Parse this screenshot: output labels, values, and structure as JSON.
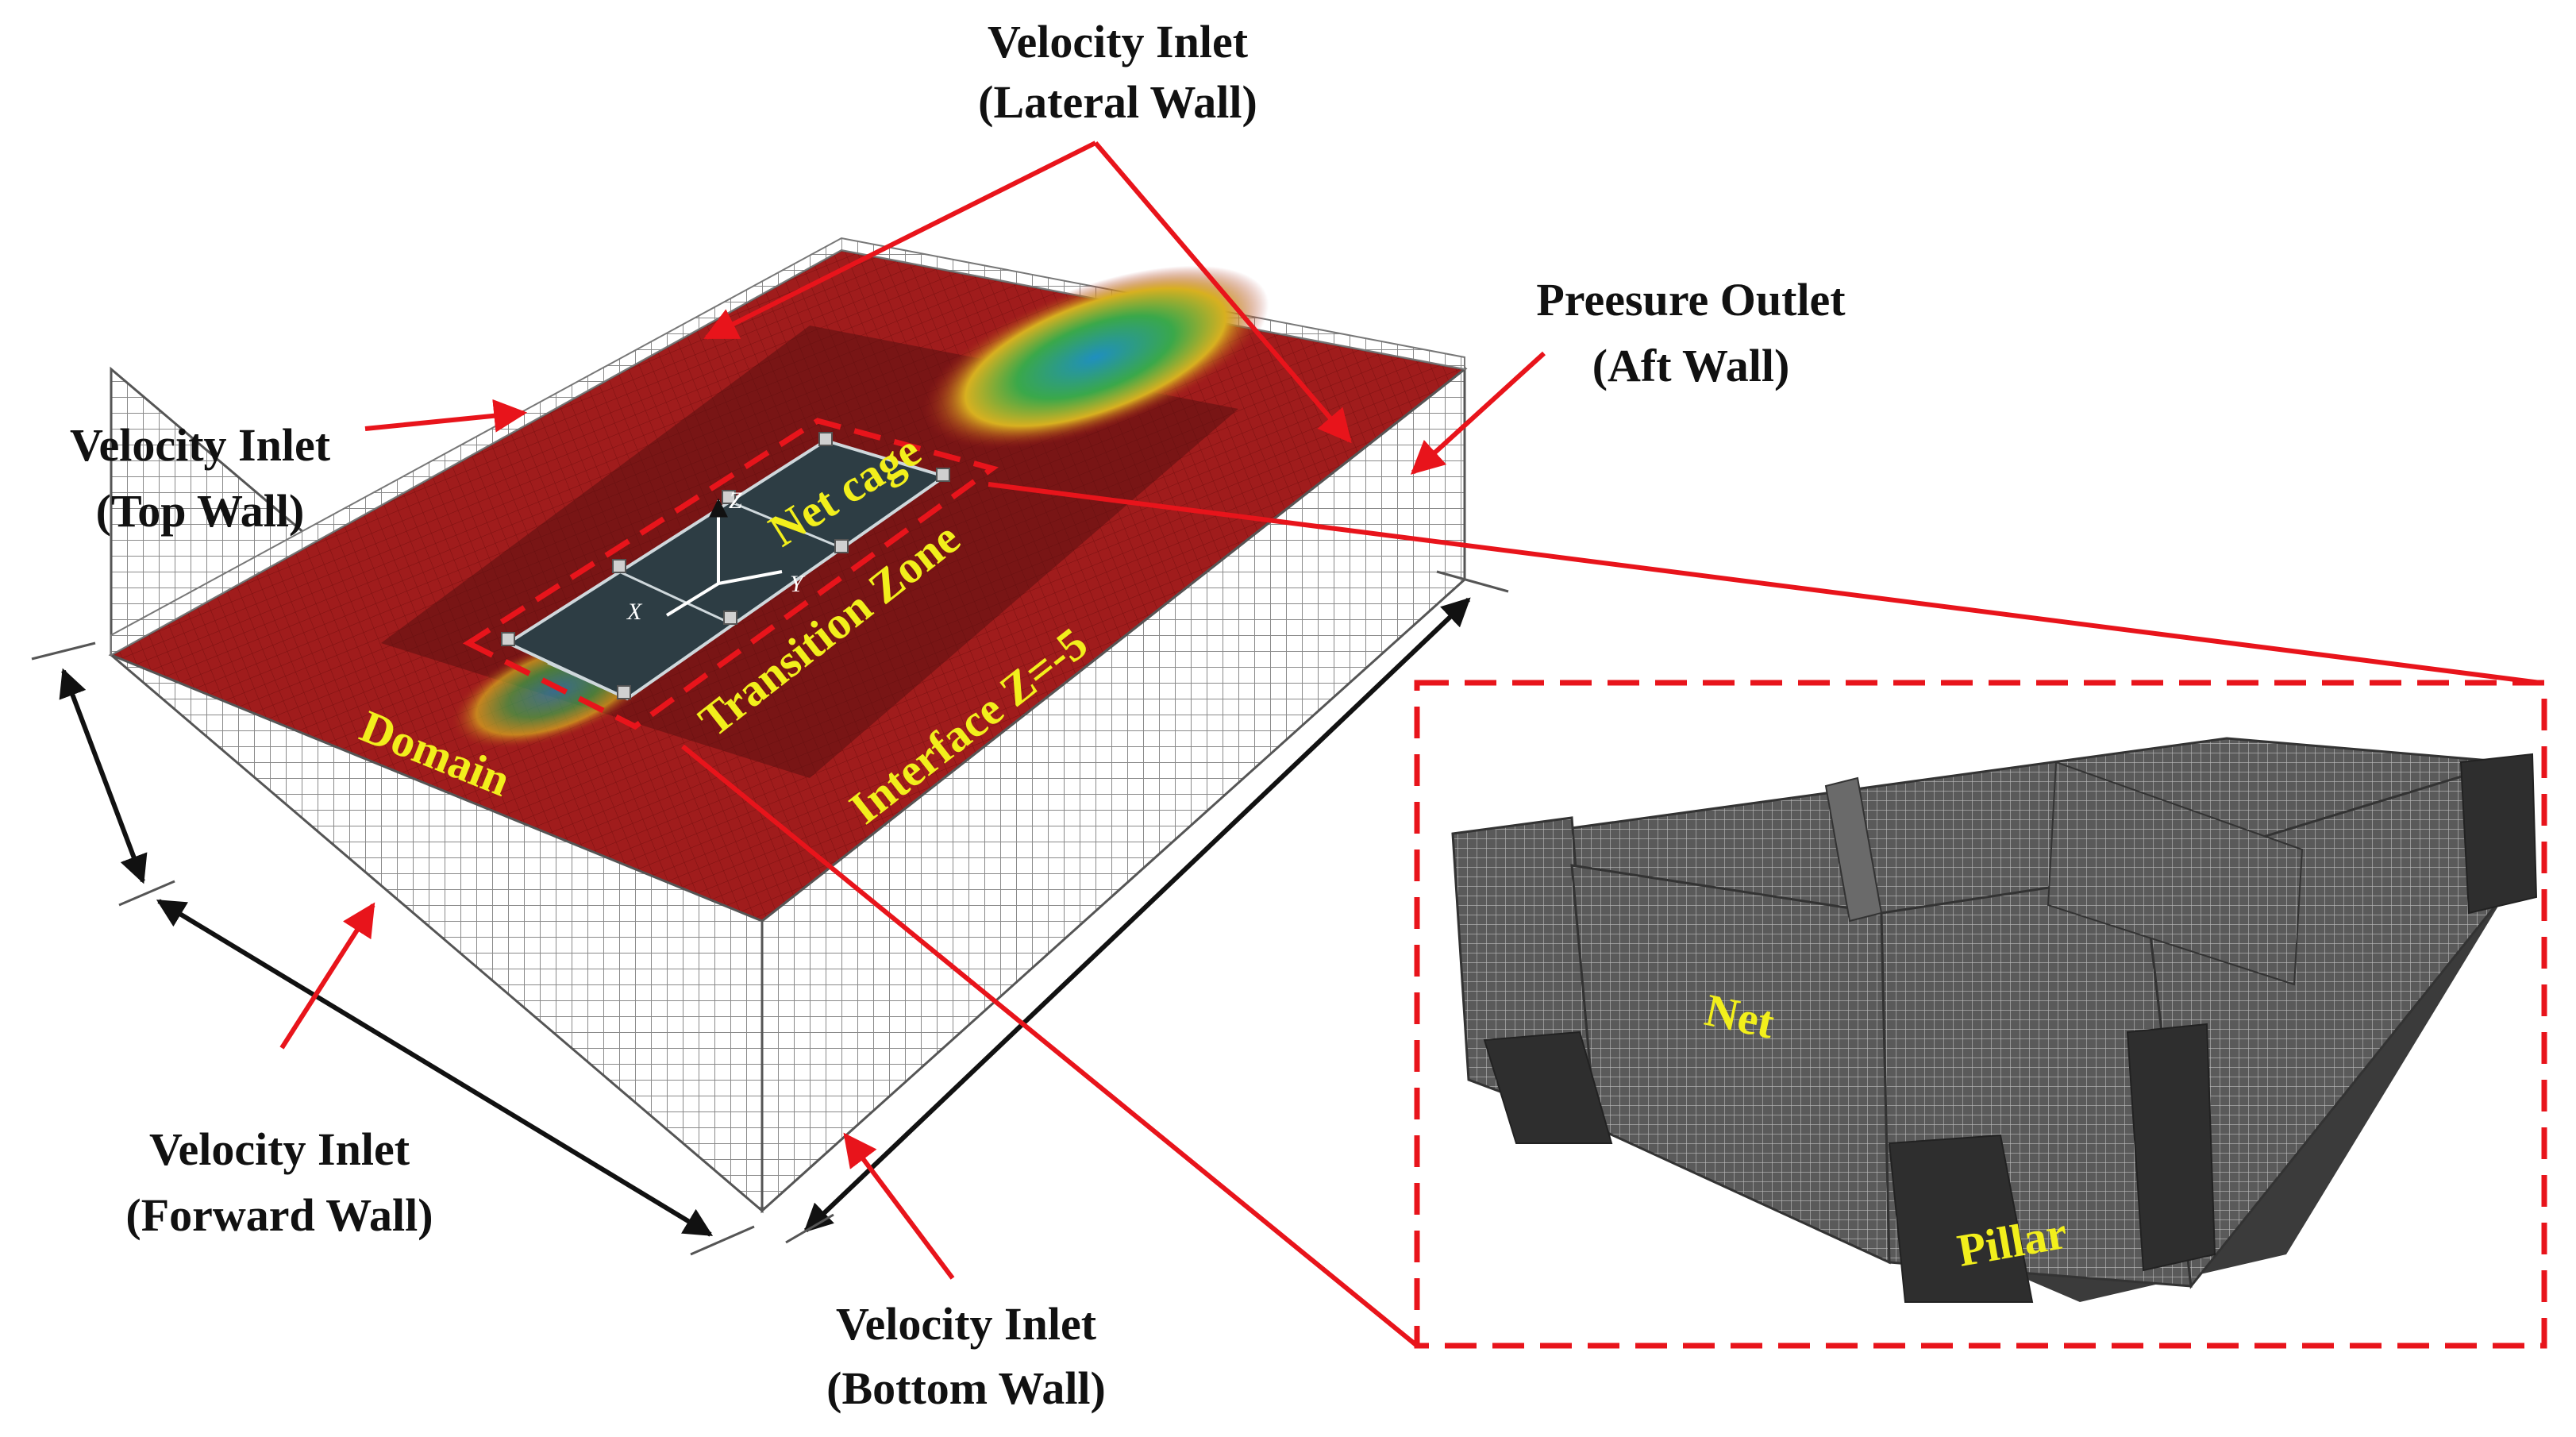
{
  "labels": {
    "lateral_wall_line1": "Velocity Inlet",
    "lateral_wall_line2": "(Lateral Wall)",
    "aft_wall_line1": "Preesure Outlet",
    "aft_wall_line2": "(Aft Wall)",
    "top_wall_line1": "Velocity Inlet",
    "top_wall_line2": "(Top Wall)",
    "forward_wall_line1": "Velocity Inlet",
    "forward_wall_line2": "(Forward Wall)",
    "bottom_wall_line1": "Velocity Inlet",
    "bottom_wall_line2": "(Bottom Wall)",
    "net_cage": "Net cage",
    "transition_zone": "Transition Zone",
    "interface": "Interface Z=-5",
    "domain": "Domain",
    "net": "Net",
    "pillar": "Pillar",
    "axis_x": "X",
    "axis_y": "Y",
    "axis_z": "Z"
  },
  "colors": {
    "annotation_red": "#e8141b",
    "label_yellow": "#f2ef1c",
    "domain_surface": "#9c1a1a",
    "mesh_grey": "#555555"
  }
}
